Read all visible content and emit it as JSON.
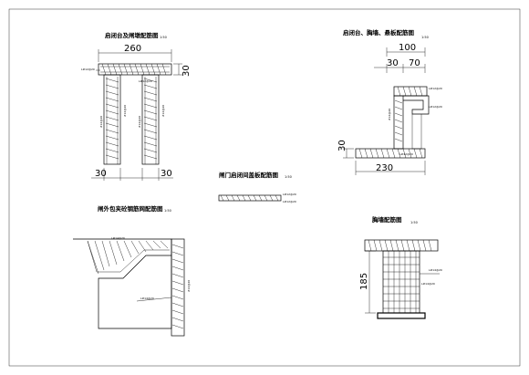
{
  "sheet": {
    "background": "#ffffff",
    "line_color": "#000000"
  },
  "d1": {
    "title": "启闭台及闸墩配筋图",
    "scale": "1:50",
    "dim_top": "260",
    "dim_side": "30",
    "dim_bottom": "30",
    "label_left": "L#12@20",
    "label_right": "L#12@20",
    "label_vert_1": "#14@20",
    "label_vert_2": "#14@20",
    "label_vert_3": "#14@20",
    "label_vert_4": "#14@20"
  },
  "d2": {
    "title": "启闭台、胸墙、悬板配筋图",
    "scale": "1:50",
    "dim_100": "100",
    "dim_30": "30",
    "dim_70": "70",
    "dim_side": "30",
    "dim_bottom": "230",
    "label_top": "L#12@20",
    "label_mid": "L#12@20",
    "label_vert": "#14@20",
    "label_bottom": "L#12@20"
  },
  "d3": {
    "title": "闸门启闭间盖板配筋图",
    "scale": "1:50",
    "label": "L#12@20"
  },
  "d4": {
    "title": "闸外包夹砼钢筋网配筋图",
    "scale": "1:50",
    "label_top": "L#14@20",
    "label_mid": "L#14@20",
    "label_vert": "#14@20"
  },
  "d5": {
    "title": "胸墙配筋图",
    "scale": "1:50",
    "dim_side": "185",
    "label_top": "L#14@20",
    "label_mid": "L#14@20"
  }
}
